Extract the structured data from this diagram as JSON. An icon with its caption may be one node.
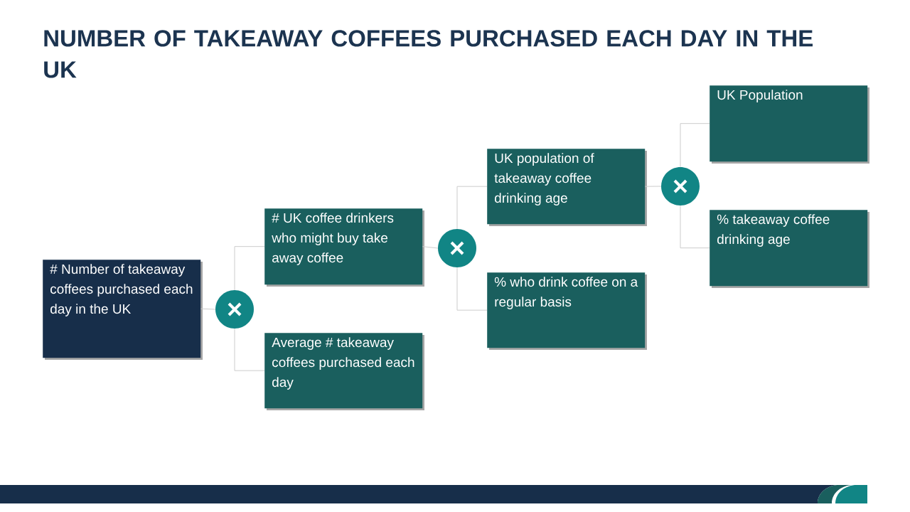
{
  "diagram": {
    "title": "NUMBER OF TAKEAWAY COFFEES PURCHASED EACH DAY IN THE UK",
    "nodes": [
      {
        "text": [
          "# Number of takeaway coffees purchased each day in the UK"
        ]
      },
      {
        "text": [],
        "shape": "circle"
      },
      {
        "text": [
          "# UK coffee drinkers who might buy take away coffee"
        ]
      },
      {
        "text": [
          "Average # takeaway coffees purchased each day"
        ]
      },
      {
        "text": [],
        "shape": "circle"
      },
      {
        "text": [
          "UK population of takeaway coffee drinking age"
        ]
      },
      {
        "text": [
          "% who drink coffee on a regular basis"
        ]
      },
      {
        "text": [],
        "shape": "circle"
      },
      {
        "text": [
          "UK Population"
        ]
      },
      {
        "text": [
          "% takeaway coffee drinking age"
        ]
      }
    ],
    "edges": [
      {
        "from": 0,
        "to": 1,
        "arrow": "none"
      },
      {
        "from": 1,
        "to": 2,
        "arrow": "none"
      },
      {
        "from": 1,
        "to": 3,
        "arrow": "none"
      },
      {
        "from": 2,
        "to": 4,
        "arrow": "none"
      },
      {
        "from": 4,
        "to": 5,
        "arrow": "none"
      },
      {
        "from": 4,
        "to": 6,
        "arrow": "none"
      },
      {
        "from": 5,
        "to": 7,
        "arrow": "none"
      },
      {
        "from": 7,
        "to": 8,
        "arrow": "none"
      },
      {
        "from": 7,
        "to": 9,
        "arrow": "none"
      }
    ]
  }
}
